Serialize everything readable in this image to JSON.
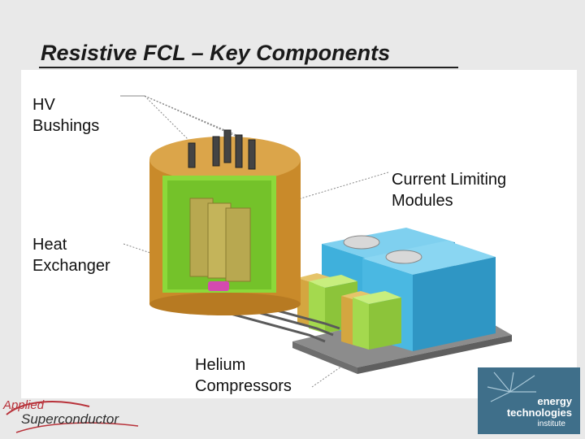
{
  "slide": {
    "title": "Resistive FCL – Key Components"
  },
  "labels": {
    "hv_bushings": [
      "HV",
      "Bushings"
    ],
    "current_limiting": [
      "Current Limiting",
      "Modules"
    ],
    "heat_exchanger": [
      "Heat",
      "Exchanger"
    ],
    "helium_compressors": [
      "Helium",
      "Compressors"
    ]
  },
  "logos": {
    "applied_line": "Applied",
    "super_line": "Superconductor",
    "eti_energy": "energy",
    "eti_technologies": "technologies",
    "eti_institute": "institute"
  },
  "colors": {
    "tank": "#c98a2a",
    "inner": "#8cd93a",
    "modules": "#b8a850",
    "compressor": "#3fb0dc",
    "box": "#a4d94e",
    "eti_bg": "#3f6f8a"
  }
}
